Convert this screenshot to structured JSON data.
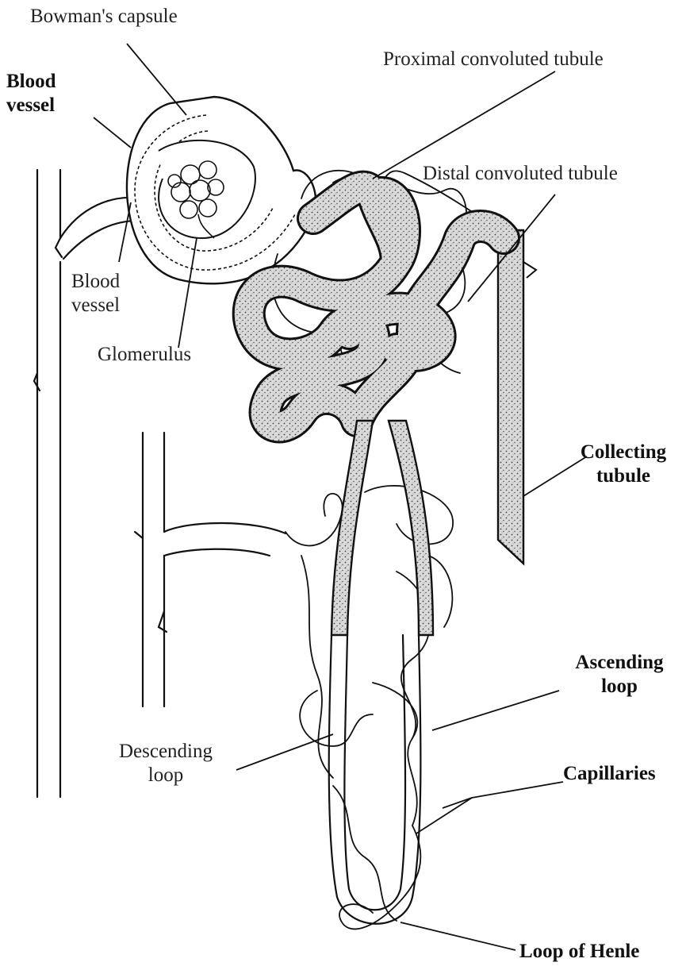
{
  "labels": {
    "bowmans_capsule": "Bowman's capsule",
    "blood_vessel_top": [
      "Blood",
      "vessel"
    ],
    "proximal_tubule": "Proximal convoluted tubule",
    "distal_tubule": "Distal convoluted tubule",
    "blood_vessel_lower": [
      "Blood",
      "vessel"
    ],
    "glomerulus": "Glomerulus",
    "collecting_tubule": [
      "Collecting",
      "tubule"
    ],
    "ascending_loop": [
      "Ascending",
      "loop"
    ],
    "descending_loop": [
      "Descending",
      "loop"
    ],
    "capillaries": "Capillaries",
    "loop_of_henle": "Loop of Henle"
  },
  "colors": {
    "ink": "#111111",
    "tubule_fill": "#d2d2d2",
    "capsule_fill": "#ffffff",
    "background": "#ffffff"
  }
}
